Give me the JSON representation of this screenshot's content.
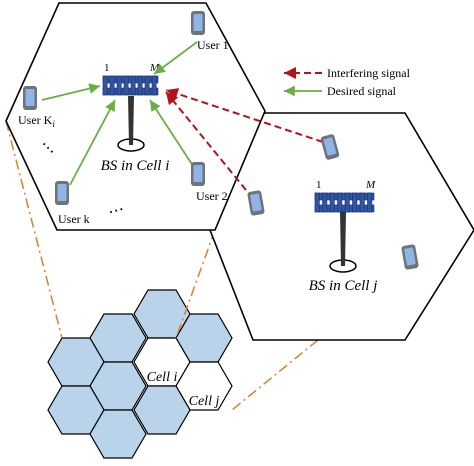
{
  "colors": {
    "line": "#000000",
    "antenna": "#2f55a4",
    "phone_body": "#6f7378",
    "phone_screen": "#8fb4e8",
    "desired": "#6cae45",
    "interfering": "#b5121b",
    "cell_fill": "#b9d3ea",
    "zoom_line": "#dd7f2b"
  },
  "icons": {
    "antenna": "antenna-array-icon",
    "mast": "tower-mast-icon",
    "user": "mobile-phone-icon"
  },
  "legend": {
    "interfering": "Interfering signal",
    "desired": "Desired signal"
  },
  "cell_i": {
    "antenna_first": "1",
    "antenna_last": "M",
    "bs_label": "BS in Cell i",
    "users": {
      "user_1": "User 1",
      "user_2": "User 2",
      "user_k": "User k",
      "user_ki": "User K",
      "user_ki_sub": "i"
    },
    "ellipsis_left": "⋯",
    "ellipsis_bottom": "⋯"
  },
  "cell_j": {
    "antenna_first": "1",
    "antenna_last": "M",
    "bs_label": "BS in Cell j"
  },
  "overview": {
    "cell_i": "Cell i",
    "cell_j": "Cell j"
  }
}
